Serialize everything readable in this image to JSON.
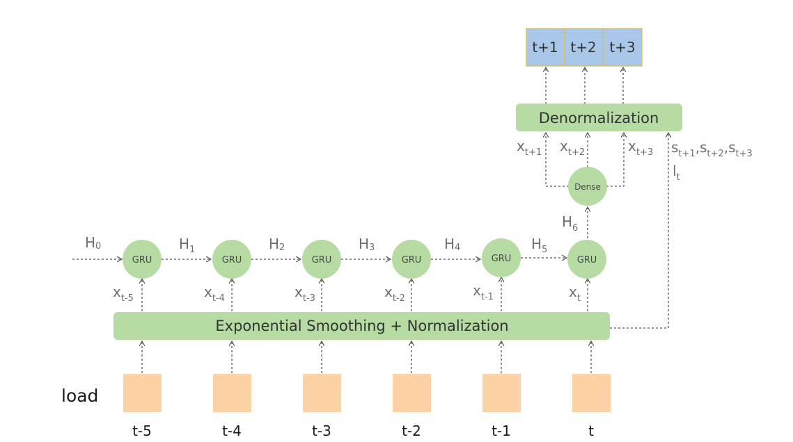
{
  "colors": {
    "green": "#b6dba3",
    "input_box": "#fdd3a6",
    "output_box": "#a9c7e8",
    "output_border": "#e0b84a",
    "arrow": "#555555"
  },
  "smoothing_bar": "Exponential Smoothing + Normalization",
  "denorm_bar": "Denormalization",
  "dense_label": "Dense",
  "gru_nodes": [
    "GRU",
    "GRU",
    "GRU",
    "GRU",
    "GRU",
    "GRU"
  ],
  "hidden_states": [
    {
      "main": "H",
      "sub": "0"
    },
    {
      "main": "H",
      "sub": "1"
    },
    {
      "main": "H",
      "sub": "2"
    },
    {
      "main": "H",
      "sub": "3"
    },
    {
      "main": "H",
      "sub": "4"
    },
    {
      "main": "H",
      "sub": "5"
    },
    {
      "main": "H",
      "sub": "6"
    }
  ],
  "inputs_x": [
    {
      "main": "x",
      "sub": "t-5"
    },
    {
      "main": "x",
      "sub": "t-4"
    },
    {
      "main": "x",
      "sub": "t-3"
    },
    {
      "main": "x",
      "sub": "t-2"
    },
    {
      "main": "x",
      "sub": "t-1"
    },
    {
      "main": "x",
      "sub": "t"
    }
  ],
  "outputs_x": [
    {
      "main": "x",
      "sub": "t+1"
    },
    {
      "main": "x",
      "sub": "t+2"
    },
    {
      "main": "x",
      "sub": "t+3"
    }
  ],
  "seasonal_params": [
    {
      "main": "s",
      "sub": "t+1"
    },
    {
      "main": "s",
      "sub": "t+2"
    },
    {
      "main": "s",
      "sub": "t+3"
    }
  ],
  "level_param": {
    "main": "l",
    "sub": "t"
  },
  "output_boxes": [
    "t+1",
    "t+2",
    "t+3"
  ],
  "time_steps": [
    "t-5",
    "t-4",
    "t-3",
    "t-2",
    "t-1",
    "t"
  ],
  "series_label": "load"
}
